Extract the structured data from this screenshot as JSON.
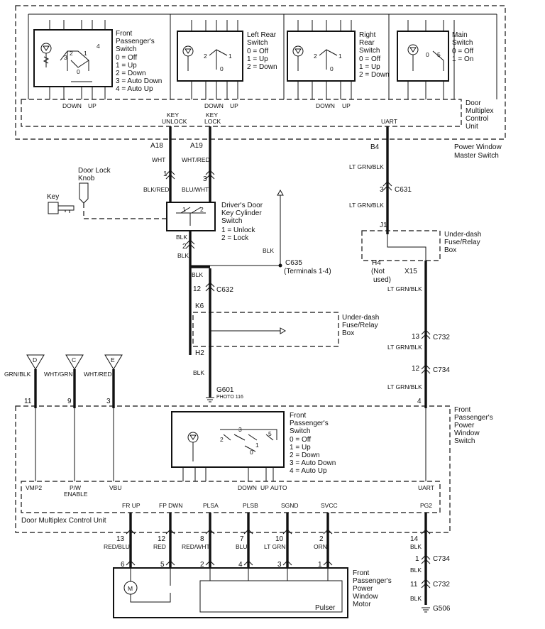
{
  "master": {
    "title": [
      "Power Window",
      "Master Switch"
    ],
    "dmcu": [
      "Door",
      "Multiplex",
      "Control",
      "Unit"
    ],
    "sw_fp": {
      "title": [
        "Front",
        "Passenger's",
        "Switch"
      ],
      "legend": [
        "0 = Off",
        "1 = Up",
        "2 = Down",
        "3 = Auto Down",
        "4 = Auto Up"
      ],
      "nums": [
        "2",
        "3",
        "1",
        "4",
        "0"
      ]
    },
    "sw_lr": {
      "title": [
        "Left Rear",
        "Switch"
      ],
      "legend": [
        "0 = Off",
        "1 = Up",
        "2 = Down"
      ],
      "nums": [
        "2",
        "1",
        "0"
      ]
    },
    "sw_rr": {
      "title": [
        "Right",
        "Rear",
        "Switch"
      ],
      "legend": [
        "0 = Off",
        "1 = Up",
        "2 = Down"
      ],
      "nums": [
        "2",
        "1",
        "0"
      ]
    },
    "sw_main": {
      "title": [
        "Main",
        "Switch"
      ],
      "legend": [
        "0 = Off",
        "1 = On"
      ],
      "nums": [
        "0",
        "5"
      ]
    },
    "pins": {
      "down1": "DOWN",
      "up1": "UP",
      "down2": "DOWN",
      "up2": "UP",
      "down3": "DOWN",
      "up3": "UP",
      "key_unlock": [
        "KEY",
        "UNLOCK"
      ],
      "key_lock": [
        "KEY",
        "LOCK"
      ],
      "uart": "UART"
    }
  },
  "left": {
    "a18": "A18",
    "a19": "A19",
    "wht": "WHT",
    "wht_red": "WHT/RED",
    "n1": "1",
    "n3": "3",
    "blk_red": "BLK/RED",
    "blu_wht": "BLU/WHT",
    "doorlock": [
      "Door Lock",
      "Knob"
    ],
    "key": "Key",
    "cyl_title": [
      "Driver's Door",
      "Key Cylinder",
      "Switch"
    ],
    "cyl_legend": [
      "1 = Unlock",
      "2 = Lock"
    ],
    "cyl_nums": [
      "1",
      "2"
    ],
    "blk_a": "BLK",
    "n2": "2",
    "blk_b": "BLK",
    "blk_c": "BLK",
    "c635": [
      "C635",
      "(Terminals 1-4)"
    ],
    "blk_d": "BLK",
    "n12": "12",
    "c632": "C632",
    "k6": "K6",
    "fuse": [
      "Under-dash",
      "Fuse/Relay",
      "Box"
    ],
    "h2": "H2",
    "blk_e": "BLK",
    "g601": "G601",
    "photo": "PHOTO 116"
  },
  "right": {
    "b4": "B4",
    "ltgrnblk1": "LT GRN/BLK",
    "n3": "3",
    "c631": "C631",
    "ltgrnblk2": "LT GRN/BLK",
    "j1": "J1",
    "fuse": [
      "Under-dash",
      "Fuse/Relay",
      "Box"
    ],
    "h4": "H4",
    "x15": "X15",
    "notused": [
      "(Not",
      "used)"
    ],
    "ltgrnblk3": "LT GRN/BLK",
    "n13": "13",
    "c732": "C732",
    "ltgrnblk4": "LT GRN/BLK",
    "n12": "12",
    "c734": "C734",
    "ltgrnblk5": "LT GRN/BLK",
    "n4": "4"
  },
  "connectors": [
    {
      "letter": "D",
      "wire": "GRN/BLK",
      "pin": "11"
    },
    {
      "letter": "C",
      "wire": "WHT/GRN",
      "pin": "9"
    },
    {
      "letter": "E",
      "wire": "WHT/RED",
      "pin": "3"
    }
  ],
  "fpws": {
    "title": [
      "Front",
      "Passenger's",
      "Power",
      "Window",
      "Switch"
    ],
    "sw_title": [
      "Front",
      "Passenger's",
      "Switch"
    ],
    "sw_legend": [
      "0 = Off",
      "1 = Up",
      "2 = Down",
      "3 = Auto Down",
      "4 = Auto Up"
    ],
    "sw_nums": [
      "3",
      "2",
      "1",
      "0",
      "5"
    ],
    "dmcu": "Door Multiplex Control Unit",
    "pins_top": [
      "VMP2",
      "P/W",
      "ENABLE",
      "VBU",
      "DOWN",
      "UP",
      "AUTO",
      "UART"
    ],
    "pins_bottom": [
      "FR UP",
      "FP DWN",
      "PLSA",
      "PLSB",
      "SGND",
      "SVCC",
      "PG2"
    ]
  },
  "bottom": {
    "pins": [
      "13",
      "12",
      "8",
      "7",
      "10",
      "2",
      "14"
    ],
    "wires": [
      "RED/BLU",
      "RED",
      "RED/WHT",
      "BLU",
      "LT GRN",
      "ORN",
      "BLK"
    ],
    "motor_pins": [
      "6",
      "5",
      "2",
      "4",
      "3",
      "1"
    ],
    "n1": "1",
    "c734": "C734",
    "blk1": "BLK",
    "n11": "11",
    "c732": "C732",
    "blk2": "BLK",
    "g506": "G506",
    "motor": [
      "Front",
      "Passenger's",
      "Power",
      "Window",
      "Motor"
    ],
    "pulser": "Pulser",
    "m": "M"
  }
}
